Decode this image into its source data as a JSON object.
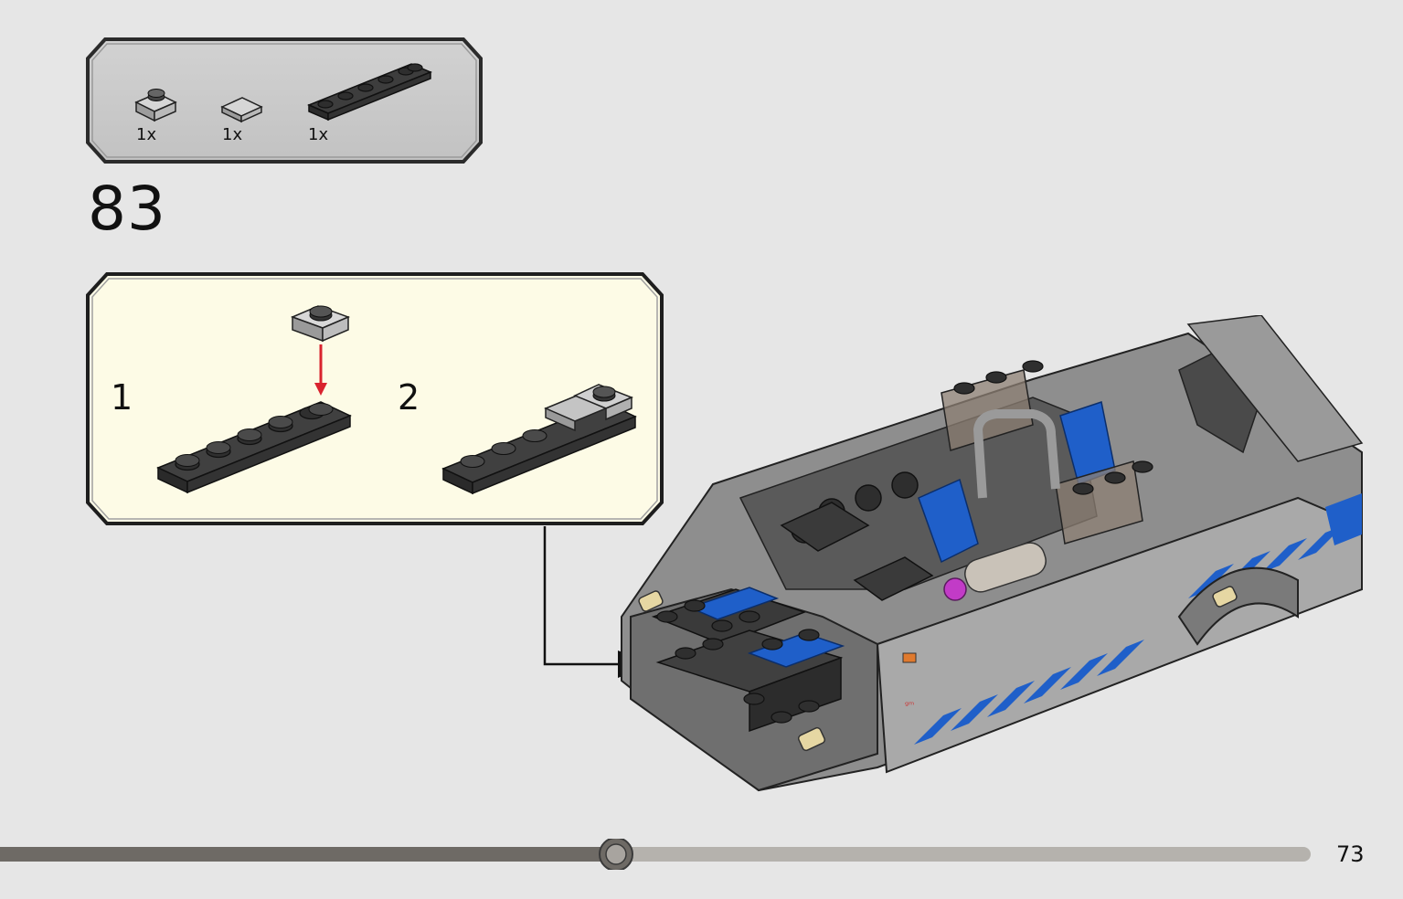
{
  "parts_callout": {
    "items": [
      {
        "name": "plate-1x1-light-gray",
        "qty": "1x"
      },
      {
        "name": "tile-1x1-light-gray",
        "qty": "1x"
      },
      {
        "name": "plate-1x6-dark-gray",
        "qty": "1x"
      }
    ]
  },
  "step": {
    "number": "83"
  },
  "sub_steps": [
    {
      "number": "1"
    },
    {
      "number": "2"
    }
  ],
  "progress": {
    "fraction": 0.47
  },
  "page": {
    "number": "73"
  },
  "colors": {
    "background": "#e6e6e6",
    "parts_box": "#c8c8c8",
    "substep_box": "#fdfbe6",
    "arrow": "#d9232e",
    "brick_dark": "#3a3a3a",
    "brick_gray": "#a7a7a7",
    "accent_blue": "#1f5fc9",
    "progress_done": "#6e6a65",
    "progress_todo": "#b5b2ad"
  }
}
